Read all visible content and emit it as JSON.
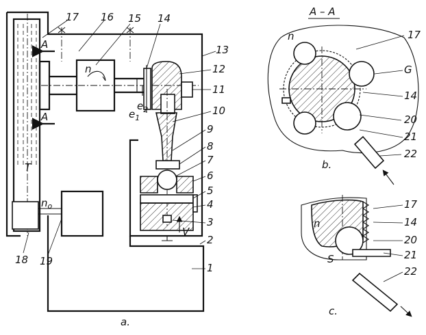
{
  "view_a": {
    "caption": "a.",
    "labels": [
      "17",
      "16",
      "15",
      "14",
      "13",
      "12",
      "11",
      "10",
      "9",
      "8",
      "7",
      "6",
      "5",
      "4",
      "3",
      "2",
      "1",
      "18",
      "19"
    ],
    "marks": {
      "A_top": "A",
      "A_bottom": "A",
      "n": "n",
      "e1": "e",
      "e1_sub": "1",
      "e2": "e",
      "e2_sub": "2",
      "T": "T",
      "n0": "n",
      "n0_sub": "o",
      "V": "V"
    }
  },
  "view_b": {
    "section_title": "A – A",
    "caption": "b.",
    "labels": [
      "17",
      "G",
      "14",
      "20",
      "21",
      "22"
    ],
    "marks": {
      "n": "n"
    }
  },
  "view_c": {
    "caption": "c.",
    "labels": [
      "17",
      "14",
      "20",
      "21",
      "22"
    ],
    "marks": {
      "n": "n",
      "S": "S"
    }
  }
}
